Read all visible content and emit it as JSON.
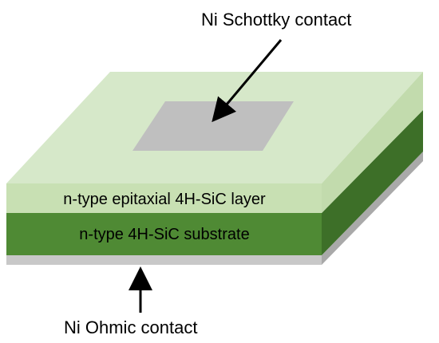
{
  "diagram": {
    "labels": {
      "schottky": "Ni Schottky contact",
      "epi_layer": "n-type epitaxial 4H-SiC layer",
      "substrate": "n-type 4H-SiC substrate",
      "ohmic": "Ni Ohmic contact"
    },
    "colors": {
      "epi_top": "#d6e8c9",
      "epi_front": "#c8e0b3",
      "epi_side": "#c2dbad",
      "substrate_front": "#4f8a34",
      "substrate_side": "#3d6f28",
      "ohmic_front": "#c8c8c8",
      "ohmic_side": "#a9a9a9",
      "schottky_pad": "#bfbfbf",
      "arrow": "#000000"
    }
  }
}
